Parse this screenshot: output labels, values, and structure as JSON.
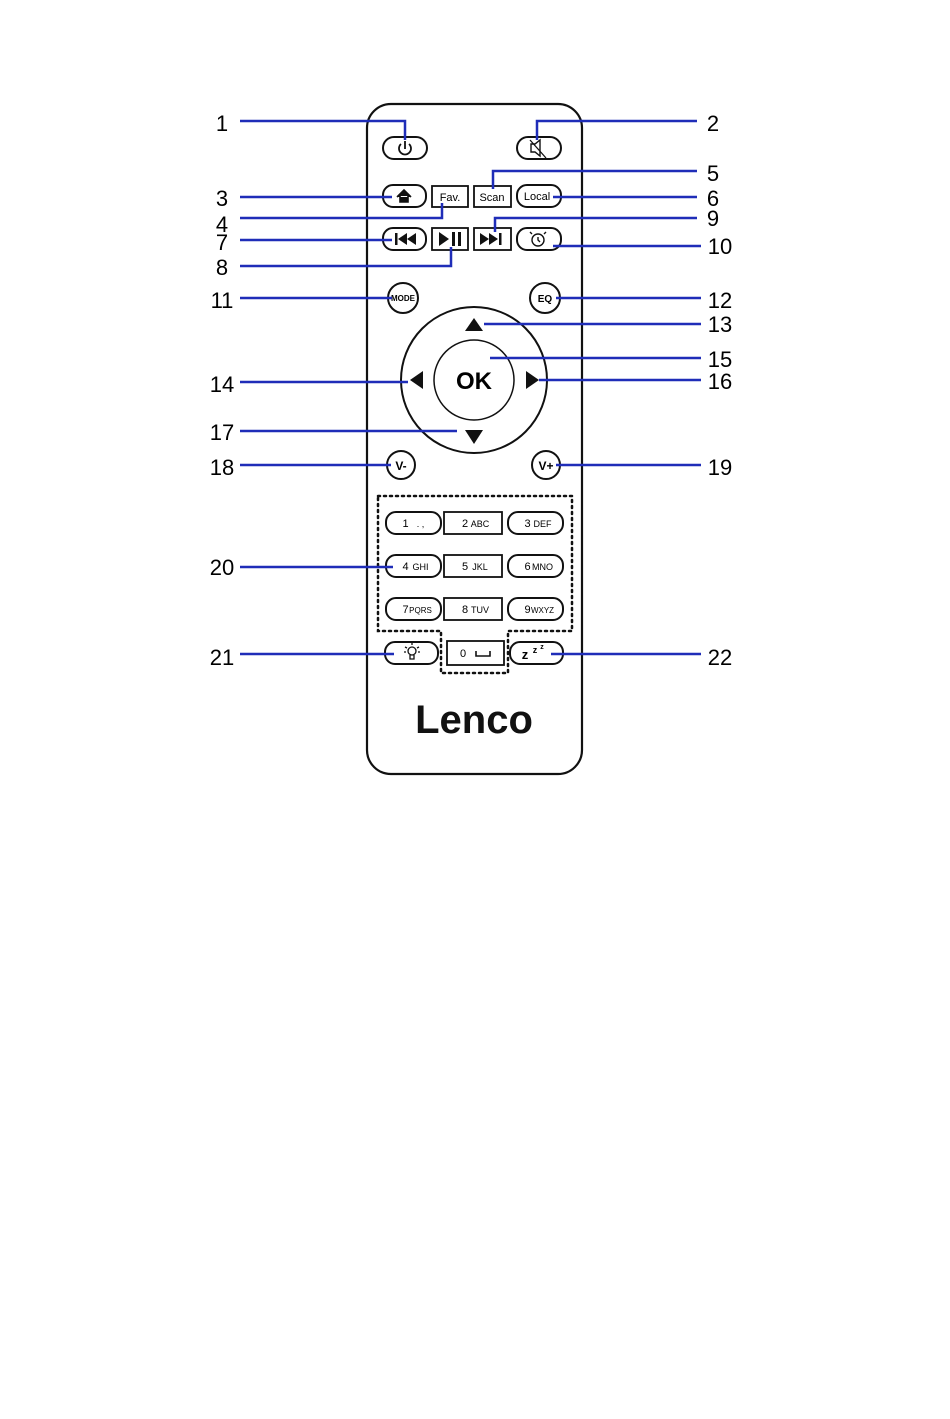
{
  "brand": "Lenco",
  "colors": {
    "leader_line": "#1f2db8",
    "outline": "#111111",
    "background": "#ffffff"
  },
  "buttons": {
    "fav": "Fav.",
    "scan": "Scan",
    "local": "Local",
    "mode": "MODE",
    "eq": "EQ",
    "ok": "OK",
    "vol_down": "V-",
    "vol_up": "V+",
    "keypad": [
      {
        "digit": "1",
        "letters": ". ,"
      },
      {
        "digit": "2",
        "letters": "ABC"
      },
      {
        "digit": "3",
        "letters": "DEF"
      },
      {
        "digit": "4",
        "letters": "GHI"
      },
      {
        "digit": "5",
        "letters": "JKL"
      },
      {
        "digit": "6",
        "letters": "MNO"
      },
      {
        "digit": "7",
        "letters": "PQRS"
      },
      {
        "digit": "8",
        "letters": "TUV"
      },
      {
        "digit": "9",
        "letters": "WXYZ"
      }
    ],
    "zero": "0",
    "sleep": "z"
  },
  "icons": {
    "power": "power-icon",
    "mute": "speaker-mute-icon",
    "home": "home-icon",
    "prev": "skip-previous-icon",
    "play_pause": "play-pause-icon",
    "next": "skip-next-icon",
    "alarm": "alarm-clock-icon",
    "up": "arrow-up-icon",
    "down": "arrow-down-icon",
    "left": "arrow-left-icon",
    "right": "arrow-right-icon",
    "light": "light-bulb-icon",
    "space": "space-icon"
  },
  "callouts": [
    "1",
    "2",
    "3",
    "4",
    "5",
    "6",
    "7",
    "8",
    "9",
    "10",
    "11",
    "12",
    "13",
    "14",
    "15",
    "16",
    "17",
    "18",
    "19",
    "20",
    "21",
    "22"
  ]
}
